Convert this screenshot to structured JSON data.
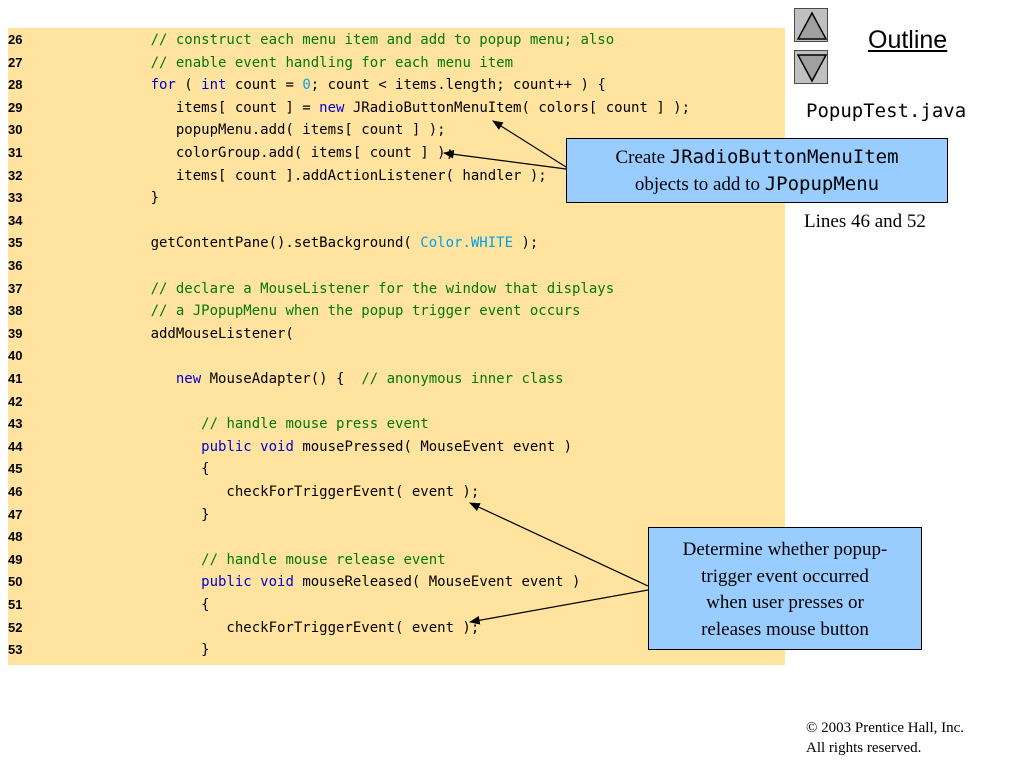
{
  "outline": {
    "title": "Outline",
    "file_name": "PopupTest.java",
    "lines_ref": "Lines 46 and 52",
    "nav": {
      "up_icon": "triangle-up-icon",
      "down_icon": "triangle-down-icon"
    }
  },
  "code": {
    "colors": {
      "background": "#ffe39f",
      "keyword": "#0000cc",
      "comment": "#007a00",
      "literal": "#00a0e8"
    },
    "lines": [
      {
        "no": "26",
        "tokens": [
          {
            "t": "      ",
            "c": ""
          },
          {
            "t": "// construct each menu item and add to popup menu; also",
            "c": "cm"
          }
        ]
      },
      {
        "no": "27",
        "tokens": [
          {
            "t": "      ",
            "c": ""
          },
          {
            "t": "// enable event handling for each menu item",
            "c": "cm"
          }
        ]
      },
      {
        "no": "28",
        "tokens": [
          {
            "t": "      ",
            "c": ""
          },
          {
            "t": "for",
            "c": "kw"
          },
          {
            "t": " ( ",
            "c": ""
          },
          {
            "t": "int",
            "c": "kw"
          },
          {
            "t": " count = ",
            "c": ""
          },
          {
            "t": "0",
            "c": "lit"
          },
          {
            "t": "; count < items.length; count++ ) {",
            "c": ""
          }
        ]
      },
      {
        "no": "29",
        "tokens": [
          {
            "t": "         items[ count ] = ",
            "c": ""
          },
          {
            "t": "new",
            "c": "kw"
          },
          {
            "t": " JRadioButtonMenuItem( colors[ count ] );",
            "c": ""
          }
        ]
      },
      {
        "no": "30",
        "tokens": [
          {
            "t": "         popupMenu.add( items[ count ] );",
            "c": ""
          }
        ]
      },
      {
        "no": "31",
        "tokens": [
          {
            "t": "         colorGroup.add( items[ count ] );",
            "c": ""
          }
        ]
      },
      {
        "no": "32",
        "tokens": [
          {
            "t": "         items[ count ].addActionListener( handler );",
            "c": ""
          }
        ]
      },
      {
        "no": "33",
        "tokens": [
          {
            "t": "      }",
            "c": ""
          }
        ]
      },
      {
        "no": "34",
        "tokens": []
      },
      {
        "no": "35",
        "tokens": [
          {
            "t": "      getContentPane().setBackground( ",
            "c": ""
          },
          {
            "t": "Color.WHITE",
            "c": "lit"
          },
          {
            "t": " );",
            "c": ""
          }
        ]
      },
      {
        "no": "36",
        "tokens": []
      },
      {
        "no": "37",
        "tokens": [
          {
            "t": "      ",
            "c": ""
          },
          {
            "t": "// declare a MouseListener for the window that displays",
            "c": "cm"
          }
        ]
      },
      {
        "no": "38",
        "tokens": [
          {
            "t": "      ",
            "c": ""
          },
          {
            "t": "// a JPopupMenu when the popup trigger event occurs",
            "c": "cm"
          }
        ]
      },
      {
        "no": "39",
        "tokens": [
          {
            "t": "      addMouseListener(",
            "c": ""
          }
        ]
      },
      {
        "no": "40",
        "tokens": []
      },
      {
        "no": "41",
        "tokens": [
          {
            "t": "         ",
            "c": ""
          },
          {
            "t": "new",
            "c": "kw"
          },
          {
            "t": " MouseAdapter() {  ",
            "c": ""
          },
          {
            "t": "// anonymous inner class",
            "c": "cm"
          }
        ]
      },
      {
        "no": "42",
        "tokens": []
      },
      {
        "no": "43",
        "tokens": [
          {
            "t": "            ",
            "c": ""
          },
          {
            "t": "// handle mouse press event",
            "c": "cm"
          }
        ]
      },
      {
        "no": "44",
        "tokens": [
          {
            "t": "            ",
            "c": ""
          },
          {
            "t": "public",
            "c": "kw"
          },
          {
            "t": " ",
            "c": ""
          },
          {
            "t": "void",
            "c": "kw"
          },
          {
            "t": " mousePressed( MouseEvent event )",
            "c": ""
          }
        ]
      },
      {
        "no": "45",
        "tokens": [
          {
            "t": "            {",
            "c": ""
          }
        ]
      },
      {
        "no": "46",
        "tokens": [
          {
            "t": "               checkForTriggerEvent( event );",
            "c": ""
          }
        ]
      },
      {
        "no": "47",
        "tokens": [
          {
            "t": "            }",
            "c": ""
          }
        ]
      },
      {
        "no": "48",
        "tokens": []
      },
      {
        "no": "49",
        "tokens": [
          {
            "t": "            ",
            "c": ""
          },
          {
            "t": "// handle mouse release event",
            "c": "cm"
          }
        ]
      },
      {
        "no": "50",
        "tokens": [
          {
            "t": "            ",
            "c": ""
          },
          {
            "t": "public",
            "c": "kw"
          },
          {
            "t": " ",
            "c": ""
          },
          {
            "t": "void",
            "c": "kw"
          },
          {
            "t": " mouseReleased( MouseEvent event )",
            "c": ""
          }
        ]
      },
      {
        "no": "51",
        "tokens": [
          {
            "t": "            {",
            "c": ""
          }
        ]
      },
      {
        "no": "52",
        "tokens": [
          {
            "t": "               checkForTriggerEvent( event );",
            "c": ""
          }
        ]
      },
      {
        "no": "53",
        "tokens": [
          {
            "t": "            }",
            "c": ""
          }
        ]
      }
    ]
  },
  "callouts": {
    "create": {
      "pre": "Create ",
      "class1": "JRadioButtonMenuItem",
      "mid": "objects to add to ",
      "class2": "JPopupMenu"
    },
    "trigger": {
      "lines": [
        "Determine whether popup-",
        "trigger event occurred",
        "when user presses or",
        "releases mouse button"
      ]
    },
    "color": "#99ccff"
  },
  "footer": {
    "copyright_symbol": "©",
    "copyright": " 2003 Prentice Hall, Inc.",
    "rights": "All rights reserved."
  }
}
